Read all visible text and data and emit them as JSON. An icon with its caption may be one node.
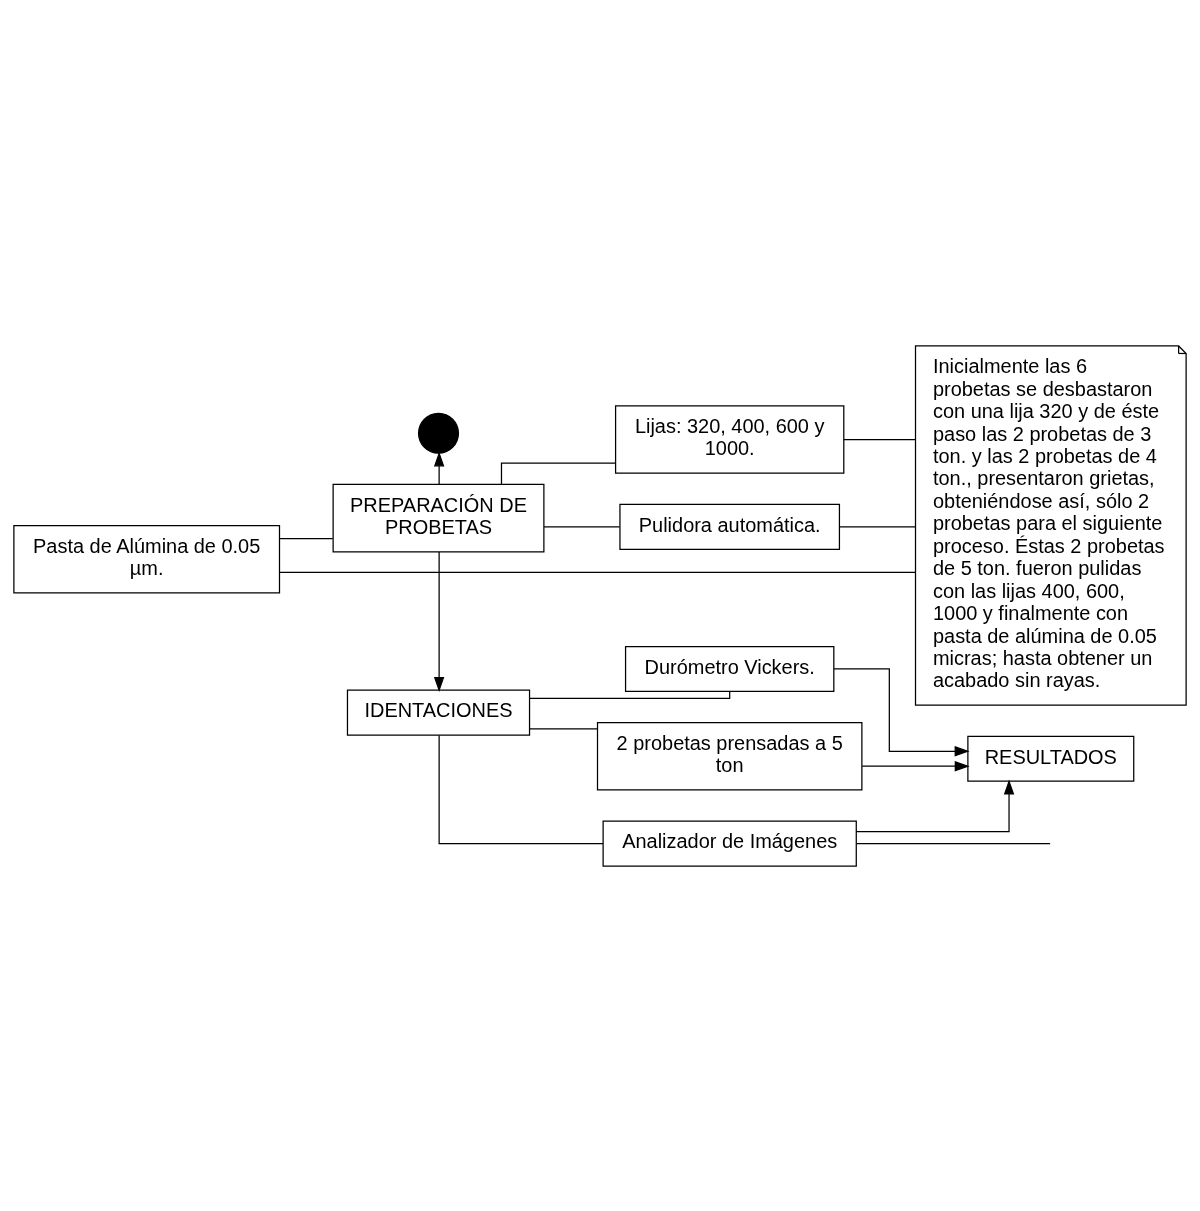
{
  "diagram": {
    "nodes": [
      {
        "text": [],
        "shape": "circle"
      },
      {
        "text": [
          "Pasta de Alúmina de 0.05 µm."
        ]
      },
      {
        "text": [
          "Inicialmente las 6 probetas se desbastaron con una lija 320 y de éste paso las 2 probetas de 3 ton. y las 2 probetas de 4 ton., presentaron grietas, obteniéndose así, sólo 2 probetas para el siguiente proceso. Éstas 2 probetas de 5 ton. fueron pulidas con las lijas 400, 600, 1000 y finalmente con pasta de alúmina de 0.05 micras; hasta obtener un acabado sin rayas."
        ]
      },
      {
        "text": [
          "PREPARACIÓN DE PROBETAS"
        ]
      },
      {
        "text": [
          "Lijas: 320, 400, 600 y 1000."
        ]
      },
      {
        "text": [
          "Pulidora automática."
        ]
      },
      {
        "text": [
          "Durómetro Vickers."
        ]
      },
      {
        "text": [
          "IDENTACIONES"
        ]
      },
      {
        "text": [
          "2 probetas prensadas a 5 ton"
        ]
      },
      {
        "text": [
          "RESULTADOS"
        ]
      },
      {
        "text": [
          "Analizador de Imágenes"
        ]
      }
    ],
    "edges": [
      {
        "from": 3,
        "to": 0,
        "arrow": "to"
      },
      {
        "from": 3,
        "to": 7,
        "arrow": "to"
      },
      {
        "from": 3,
        "to": 1,
        "arrow": "none"
      },
      {
        "from": 3,
        "to": 4,
        "arrow": "none"
      },
      {
        "from": 3,
        "to": 5,
        "arrow": "none"
      },
      {
        "from": 1,
        "to": 2,
        "arrow": "none"
      },
      {
        "from": 4,
        "to": 2,
        "arrow": "none"
      },
      {
        "from": 5,
        "to": 2,
        "arrow": "none"
      },
      {
        "from": 7,
        "to": 6,
        "arrow": "none"
      },
      {
        "from": 7,
        "to": 8,
        "arrow": "none"
      },
      {
        "from": 7,
        "to": 10,
        "arrow": "none"
      },
      {
        "from": 6,
        "to": 9,
        "arrow": "to"
      },
      {
        "from": 8,
        "to": 9,
        "arrow": "to"
      },
      {
        "from": 10,
        "to": 9,
        "arrow": "to"
      },
      {
        "from": 10,
        "to": null,
        "arrow": "none"
      }
    ]
  }
}
